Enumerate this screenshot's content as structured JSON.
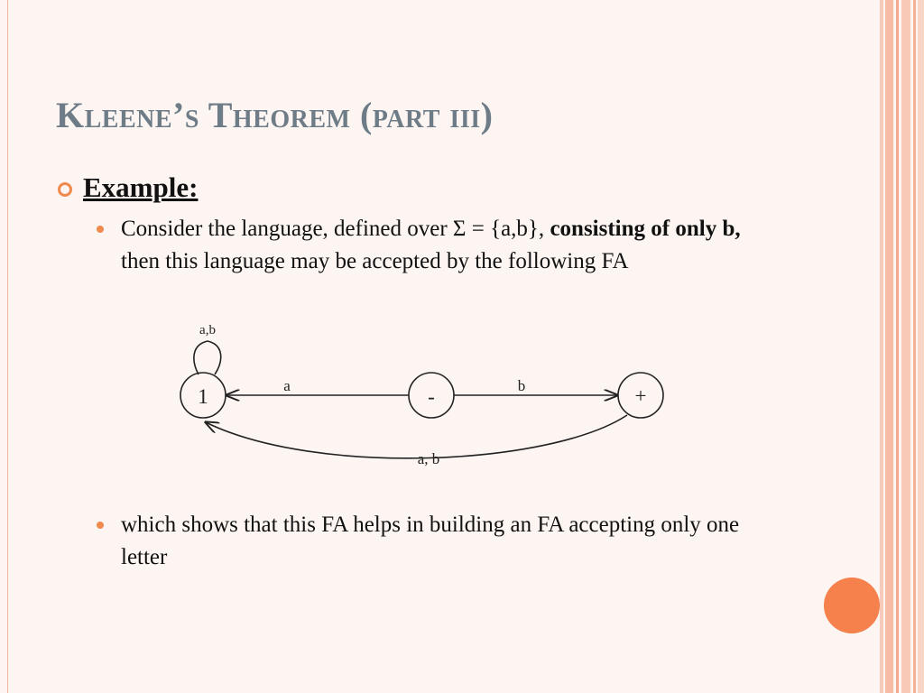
{
  "slide": {
    "title": "Kleene’s Theorem (part iii)",
    "heading": "Example:",
    "bullet1": {
      "text_before": "Consider the language, defined over Σ = {a,b}, ",
      "bold": "consisting of only b,",
      "text_after": " then this language may be accepted by the following FA"
    },
    "bullet2": "which shows that this FA helps in building an FA accepting only one letter"
  },
  "diagram": {
    "states": {
      "state1": "1",
      "start": "-",
      "final": "+"
    },
    "transitions": {
      "loop_label": "a,b",
      "start_to_1": "a",
      "start_to_final": "b",
      "final_to_1": "a, b"
    }
  },
  "colors": {
    "accent": "#f08a4f",
    "title": "#6e7c88",
    "background": "#fdf5f1"
  }
}
